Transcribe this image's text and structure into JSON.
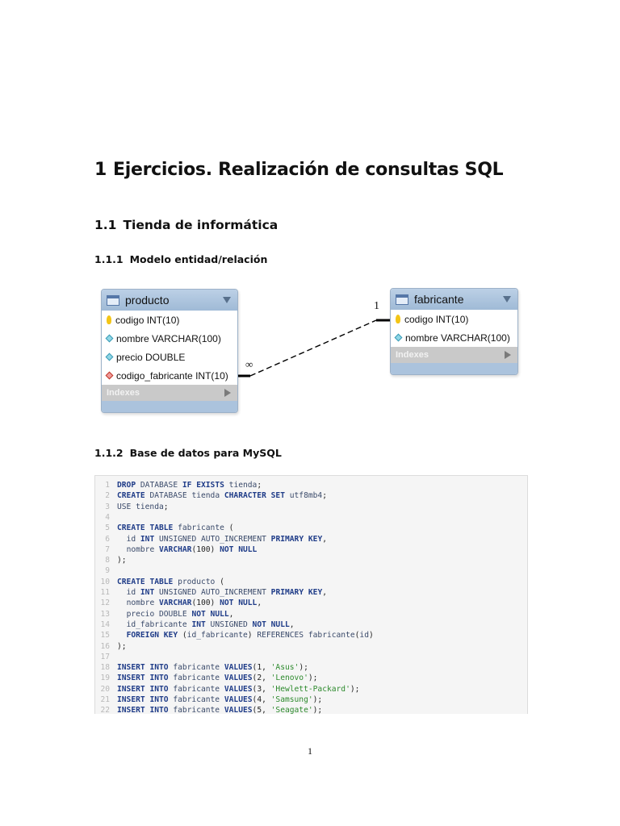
{
  "heading1": {
    "number": "1",
    "title": "Ejercicios. Realización de consultas SQL"
  },
  "heading2": {
    "number": "1.1",
    "title": "Tienda de informática"
  },
  "heading3a": {
    "number": "1.1.1",
    "title": "Modelo entidad/relación"
  },
  "heading3b": {
    "number": "1.1.2",
    "title": "Base de datos para MySQL"
  },
  "er": {
    "producto": {
      "name": "producto",
      "columns": [
        {
          "label": "codigo INT(10)",
          "icon": "key-icon"
        },
        {
          "label": "nombre VARCHAR(100)",
          "icon": "diamond-icon"
        },
        {
          "label": "precio DOUBLE",
          "icon": "diamond-icon"
        },
        {
          "label": "codigo_fabricante INT(10)",
          "icon": "foreign-key-diamond-icon"
        }
      ],
      "indexes_label": "Indexes"
    },
    "fabricante": {
      "name": "fabricante",
      "columns": [
        {
          "label": "codigo INT(10)",
          "icon": "key-icon"
        },
        {
          "label": "nombre VARCHAR(100)",
          "icon": "diamond-icon"
        }
      ],
      "indexes_label": "Indexes"
    },
    "relation": {
      "one": "1",
      "many": "∞"
    }
  },
  "code_lines": [
    "DROP DATABASE IF EXISTS tienda;",
    "CREATE DATABASE tienda CHARACTER SET utf8mb4;",
    "USE tienda;",
    "",
    "CREATE TABLE fabricante (",
    "  id INT UNSIGNED AUTO_INCREMENT PRIMARY KEY,",
    "  nombre VARCHAR(100) NOT NULL",
    ");",
    "",
    "CREATE TABLE producto (",
    "  id INT UNSIGNED AUTO_INCREMENT PRIMARY KEY,",
    "  nombre VARCHAR(100) NOT NULL,",
    "  precio DOUBLE NOT NULL,",
    "  id_fabricante INT UNSIGNED NOT NULL,",
    "  FOREIGN KEY (id_fabricante) REFERENCES fabricante(id)",
    ");",
    "",
    "INSERT INTO fabricante VALUES(1, 'Asus');",
    "INSERT INTO fabricante VALUES(2, 'Lenovo');",
    "INSERT INTO fabricante VALUES(3, 'Hewlett-Packard');",
    "INSERT INTO fabricante VALUES(4, 'Samsung');",
    "INSERT INTO fabricante VALUES(5, 'Seagate');"
  ],
  "page_number": "1"
}
